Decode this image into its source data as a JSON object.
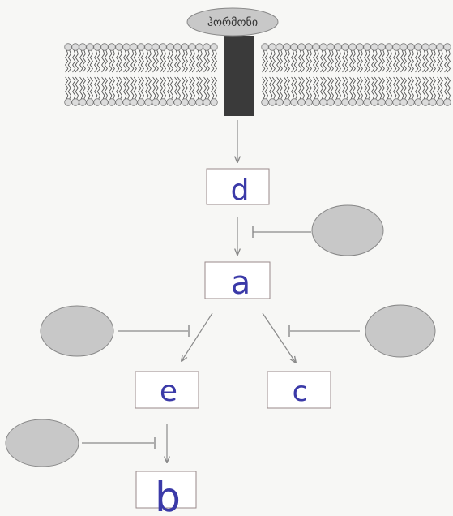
{
  "diagram": {
    "receptor_ligand_label": "ჰორმონი",
    "boxes": {
      "d": "d",
      "a": "a",
      "e": "e",
      "c": "c",
      "b": "b"
    },
    "colors": {
      "membrane_head": "#dcdcdc",
      "membrane_tail": "#555555",
      "receptor": "#3a3a3a",
      "ellipse_fill": "#c8c8c8",
      "ellipse_stroke": "#888888",
      "arrow": "#8a8a8a",
      "handwriting": "#3b3aa8",
      "box_stroke": "#9a8a8a"
    }
  }
}
